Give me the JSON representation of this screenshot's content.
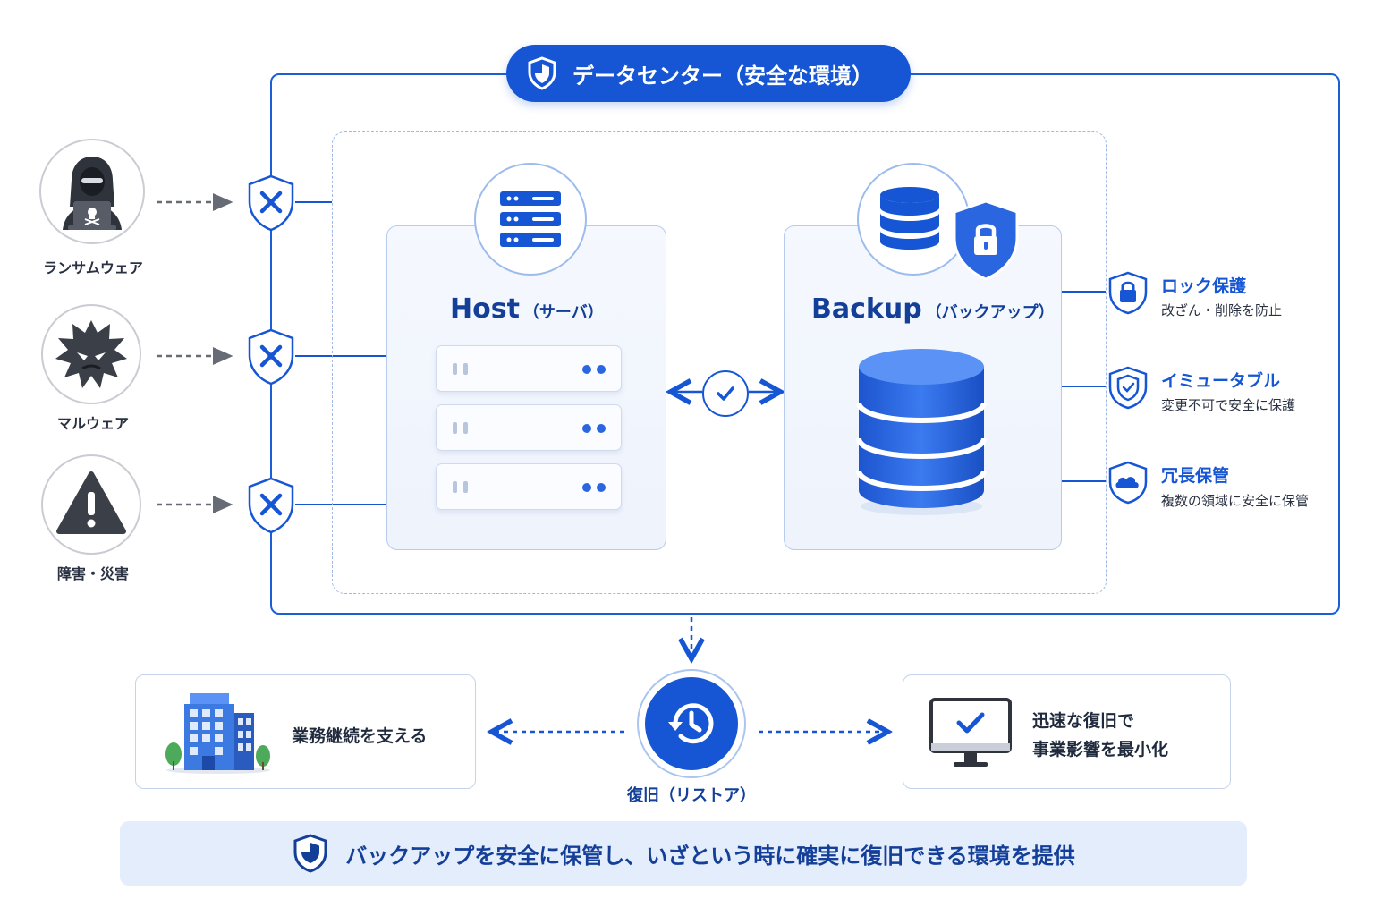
{
  "datacenter": {
    "title": "データセンター（安全な環境）"
  },
  "host": {
    "title": "Host",
    "subtitle": "（サーバ）"
  },
  "backup": {
    "title": "Backup",
    "subtitle": "（バックアップ）"
  },
  "threats": [
    {
      "label": "ランサムウェア"
    },
    {
      "label": "マルウェア"
    },
    {
      "label": "障害・災害"
    }
  ],
  "features": [
    {
      "title": "ロック保護",
      "desc": "改ざん・削除を防止"
    },
    {
      "title": "イミュータブル",
      "desc": "変更不可で安全に保護"
    },
    {
      "title": "冗長保管",
      "desc": "複数の領域に安全に保管"
    }
  ],
  "restore": {
    "label": "復旧（リストア）"
  },
  "cards": {
    "left": {
      "text": "業務継続を支える"
    },
    "right": {
      "line1": "迅速な復旧で",
      "line2": "事業影響を最小化"
    }
  },
  "banner": {
    "text": "バックアップを安全に保管し、いざという時に確実に復旧できる環境を提供"
  },
  "colors": {
    "primary": "#1656d4",
    "dark_blue": "#143f99",
    "light_bg": "#e4edfb",
    "threat_gray": "#3b3f47"
  }
}
